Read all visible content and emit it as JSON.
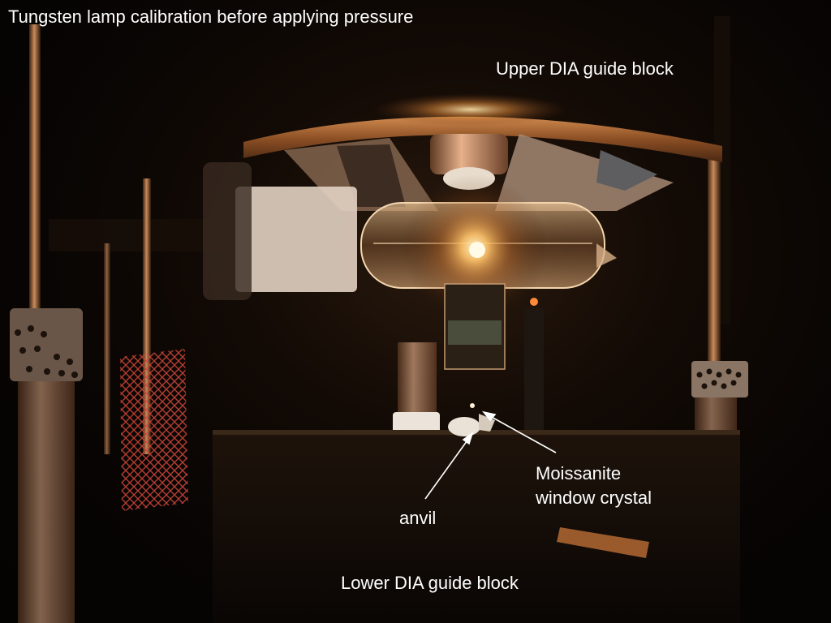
{
  "annotations": {
    "title": "Tungsten lamp calibration before applying pressure",
    "upper_block": "Upper DIA guide block",
    "moissanite_line1": "Moissanite",
    "moissanite_line2": "window crystal",
    "anvil": "anvil",
    "lower_block": "Lower DIA guide block"
  },
  "colors": {
    "lamp_glow": "#ffc46b",
    "copper_glow": "#c8763a",
    "annotation_text": "#ffffff",
    "background": "#060403"
  }
}
